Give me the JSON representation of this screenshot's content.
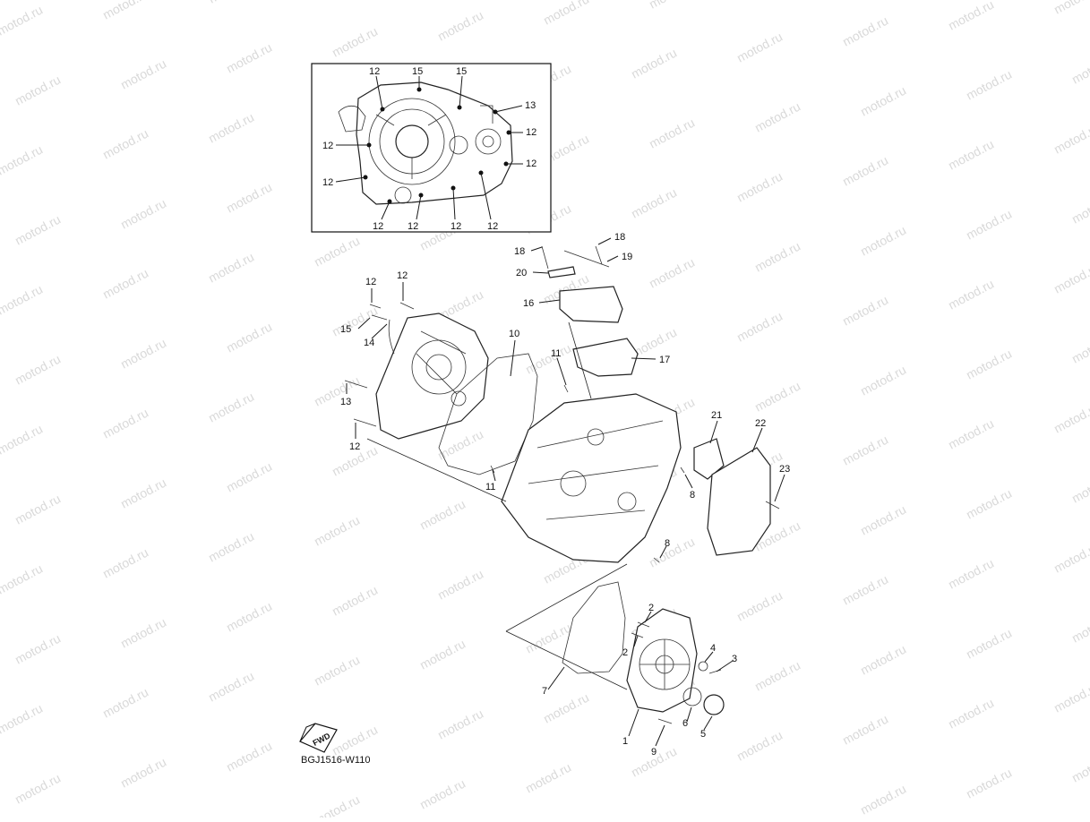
{
  "diagram": {
    "code": "BGJ1516-W110",
    "fwd_label": "FWD",
    "watermark": "motod.ru"
  },
  "inset_callouts": [
    {
      "id": "i1",
      "num": "12"
    },
    {
      "id": "i2",
      "num": "15"
    },
    {
      "id": "i3",
      "num": "15"
    },
    {
      "id": "i4",
      "num": "13"
    },
    {
      "id": "i5",
      "num": "12"
    },
    {
      "id": "i6",
      "num": "12"
    },
    {
      "id": "i7",
      "num": "12"
    },
    {
      "id": "i8",
      "num": "12"
    },
    {
      "id": "i9",
      "num": "12"
    },
    {
      "id": "i10",
      "num": "12"
    },
    {
      "id": "i11",
      "num": "12"
    },
    {
      "id": "i12",
      "num": "12"
    }
  ],
  "main_callouts": [
    {
      "id": "m18a",
      "num": "18"
    },
    {
      "id": "m18b",
      "num": "18"
    },
    {
      "id": "m19",
      "num": "19"
    },
    {
      "id": "m20",
      "num": "20"
    },
    {
      "id": "m16",
      "num": "16"
    },
    {
      "id": "m17",
      "num": "17"
    },
    {
      "id": "m12a",
      "num": "12"
    },
    {
      "id": "m12b",
      "num": "12"
    },
    {
      "id": "m15",
      "num": "15"
    },
    {
      "id": "m14",
      "num": "14"
    },
    {
      "id": "m10",
      "num": "10"
    },
    {
      "id": "m11a",
      "num": "11"
    },
    {
      "id": "m11b",
      "num": "11"
    },
    {
      "id": "m13",
      "num": "13"
    },
    {
      "id": "m12c",
      "num": "12"
    },
    {
      "id": "m21",
      "num": "21"
    },
    {
      "id": "m22",
      "num": "22"
    },
    {
      "id": "m23",
      "num": "23"
    },
    {
      "id": "m8a",
      "num": "8"
    },
    {
      "id": "m8b",
      "num": "8"
    },
    {
      "id": "m2a",
      "num": "2"
    },
    {
      "id": "m2b",
      "num": "2"
    },
    {
      "id": "m4",
      "num": "4"
    },
    {
      "id": "m3",
      "num": "3"
    },
    {
      "id": "m7",
      "num": "7"
    },
    {
      "id": "m6",
      "num": "6"
    },
    {
      "id": "m5",
      "num": "5"
    },
    {
      "id": "m1",
      "num": "1"
    },
    {
      "id": "m9",
      "num": "9"
    }
  ]
}
